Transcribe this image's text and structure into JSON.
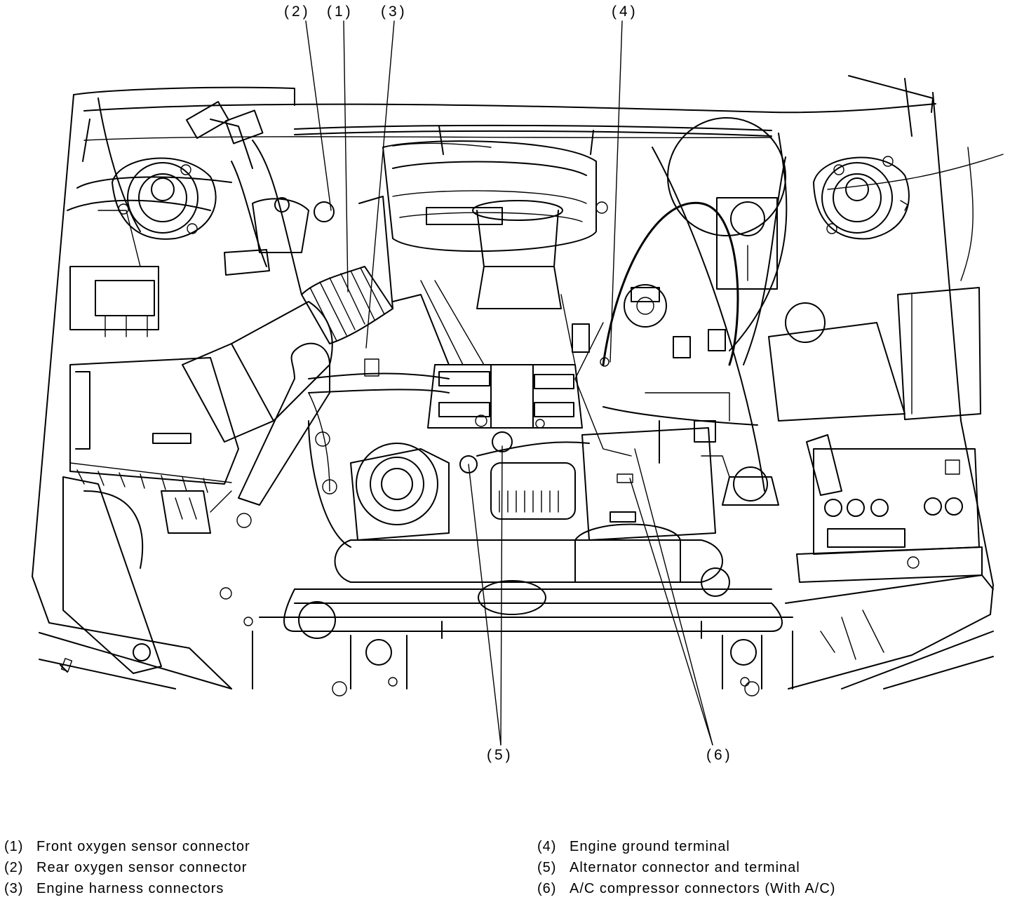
{
  "callouts": {
    "c2": "(2)",
    "c1": "(1)",
    "c3": "(3)",
    "c4": "(4)",
    "c5": "(5)",
    "c6": "(6)"
  },
  "legend": {
    "left": [
      {
        "num": "(1)",
        "text": "Front oxygen sensor connector"
      },
      {
        "num": "(2)",
        "text": "Rear oxygen sensor connector"
      },
      {
        "num": "(3)",
        "text": "Engine harness connectors"
      }
    ],
    "right": [
      {
        "num": "(4)",
        "text": "Engine ground terminal"
      },
      {
        "num": "(5)",
        "text": "Alternator connector and terminal"
      },
      {
        "num": "(6)",
        "text": "A/C compressor connectors (With A/C)"
      }
    ]
  }
}
